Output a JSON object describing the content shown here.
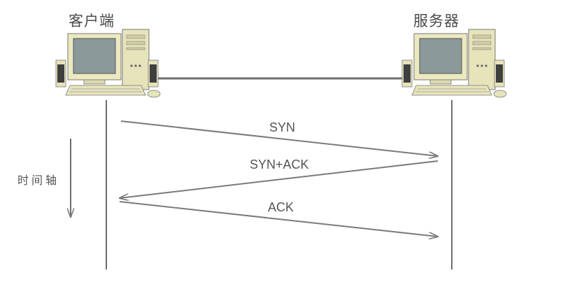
{
  "nodes": {
    "client": {
      "label": "客户端"
    },
    "server": {
      "label": "服务器"
    }
  },
  "messages": [
    {
      "label": "SYN",
      "from": "client",
      "to": "server"
    },
    {
      "label": "SYN+ACK",
      "from": "server",
      "to": "client"
    },
    {
      "label": "ACK",
      "from": "client",
      "to": "server"
    }
  ],
  "time_axis": {
    "label": "时间轴"
  },
  "colors": {
    "line": "#6e6e6e",
    "arrow": "#7a7a7a",
    "monitor_body": "#ece9c0",
    "screen": "#8a9a9a",
    "tower": "#e7e4bb",
    "speaker": "#3f3f3f"
  },
  "icons": [
    "client-computer-icon",
    "server-computer-icon"
  ]
}
